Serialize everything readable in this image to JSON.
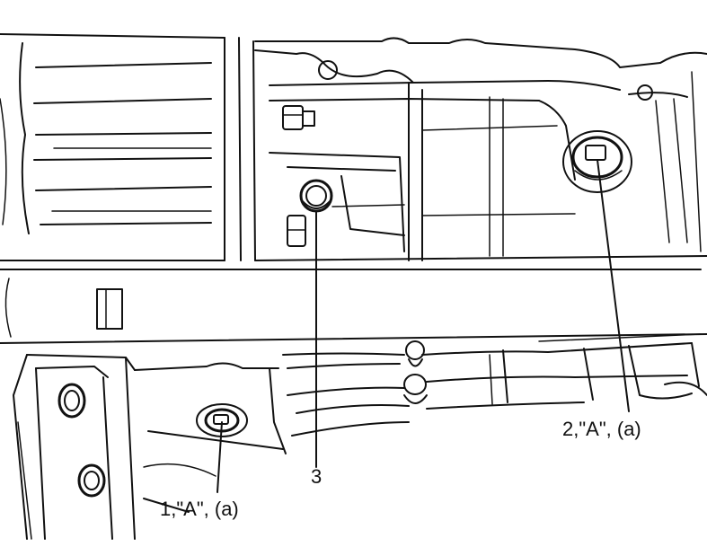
{
  "callouts": {
    "plug_1": "1,\"A\", (a)",
    "plug_2": "2,\"A\", (a)",
    "part_3": "3"
  },
  "colors": {
    "ink": "#111111",
    "paper": "#ffffff"
  }
}
